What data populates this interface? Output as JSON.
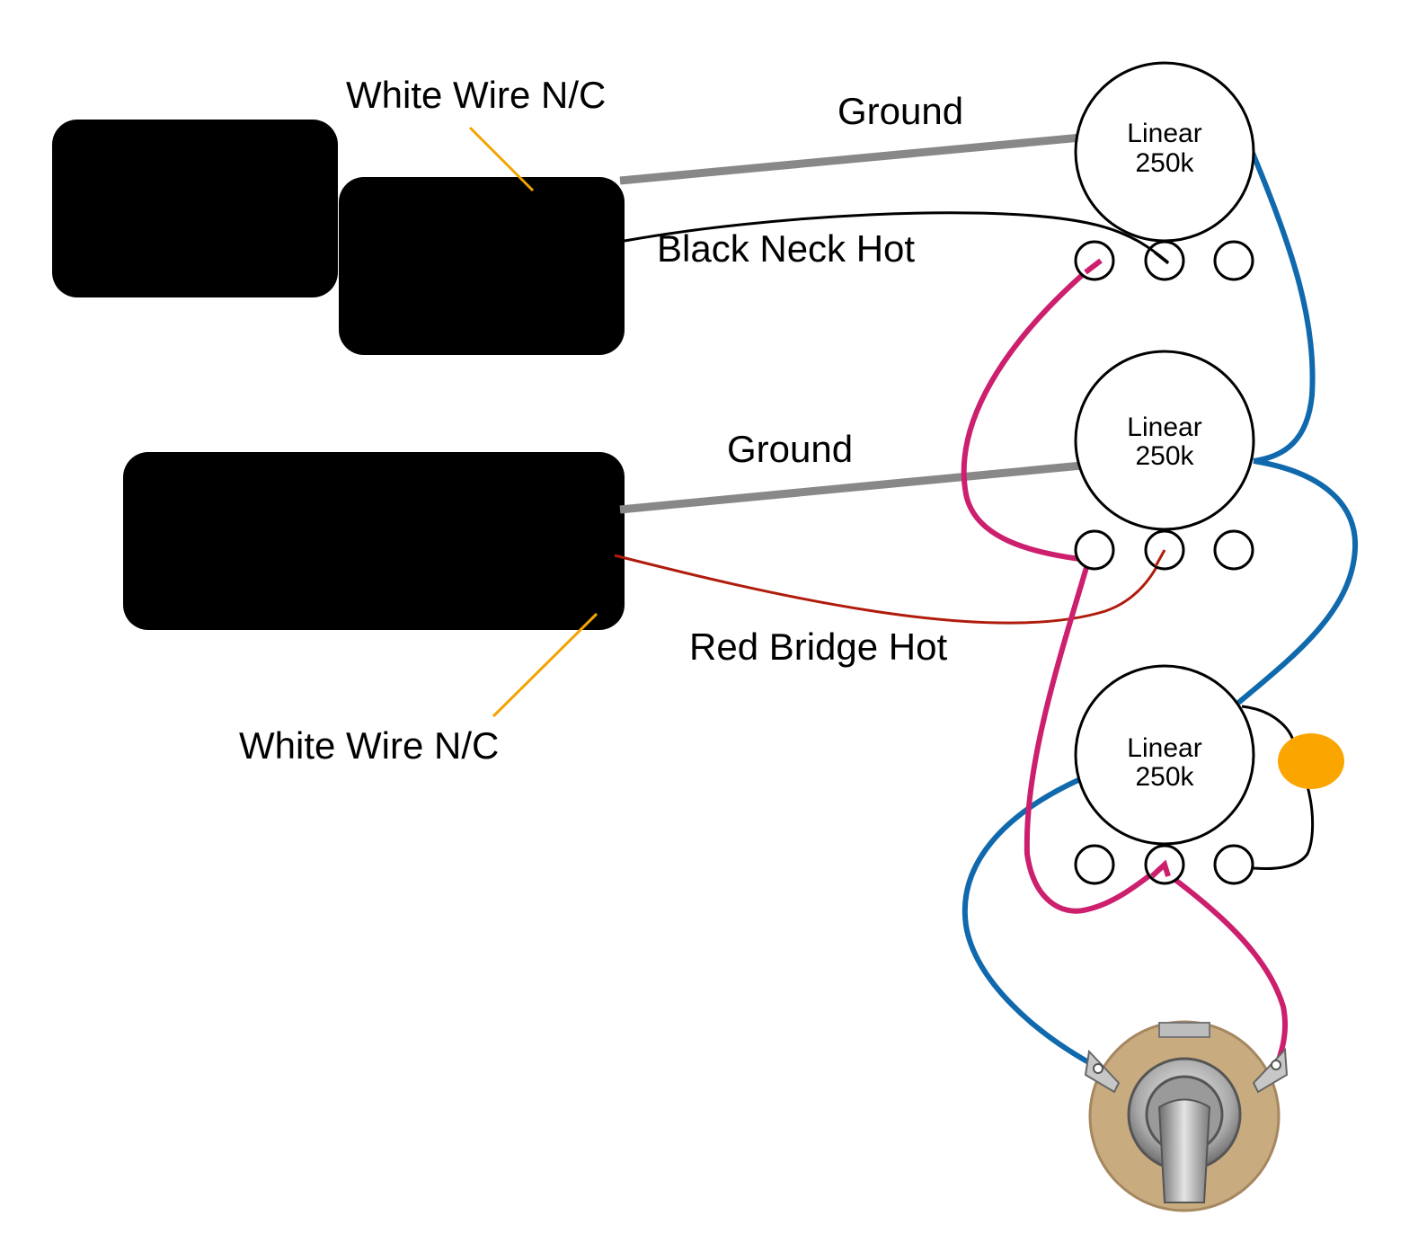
{
  "labels": {
    "white_wire_top": "White Wire N/C",
    "white_wire_bottom": "White Wire N/C",
    "ground_top": "Ground",
    "ground_middle": "Ground",
    "black_neck_hot": "Black Neck Hot",
    "red_bridge_hot": "Red Bridge Hot"
  },
  "pots": [
    {
      "line1": "Linear",
      "line2": "250k"
    },
    {
      "line1": "Linear",
      "line2": "250k"
    },
    {
      "line1": "Linear",
      "line2": "250k"
    }
  ],
  "colors": {
    "ground_wire": "#888888",
    "neck_hot_wire": "#000000",
    "bridge_hot_wire": "#b01c0c",
    "blue_wire": "#1069ad",
    "pink_wire": "#cc1f6e",
    "white_wire_leader": "#f4a300",
    "capacitor": "#fba500",
    "pickup": "#000000",
    "jack_plate": "#c9ab80"
  }
}
